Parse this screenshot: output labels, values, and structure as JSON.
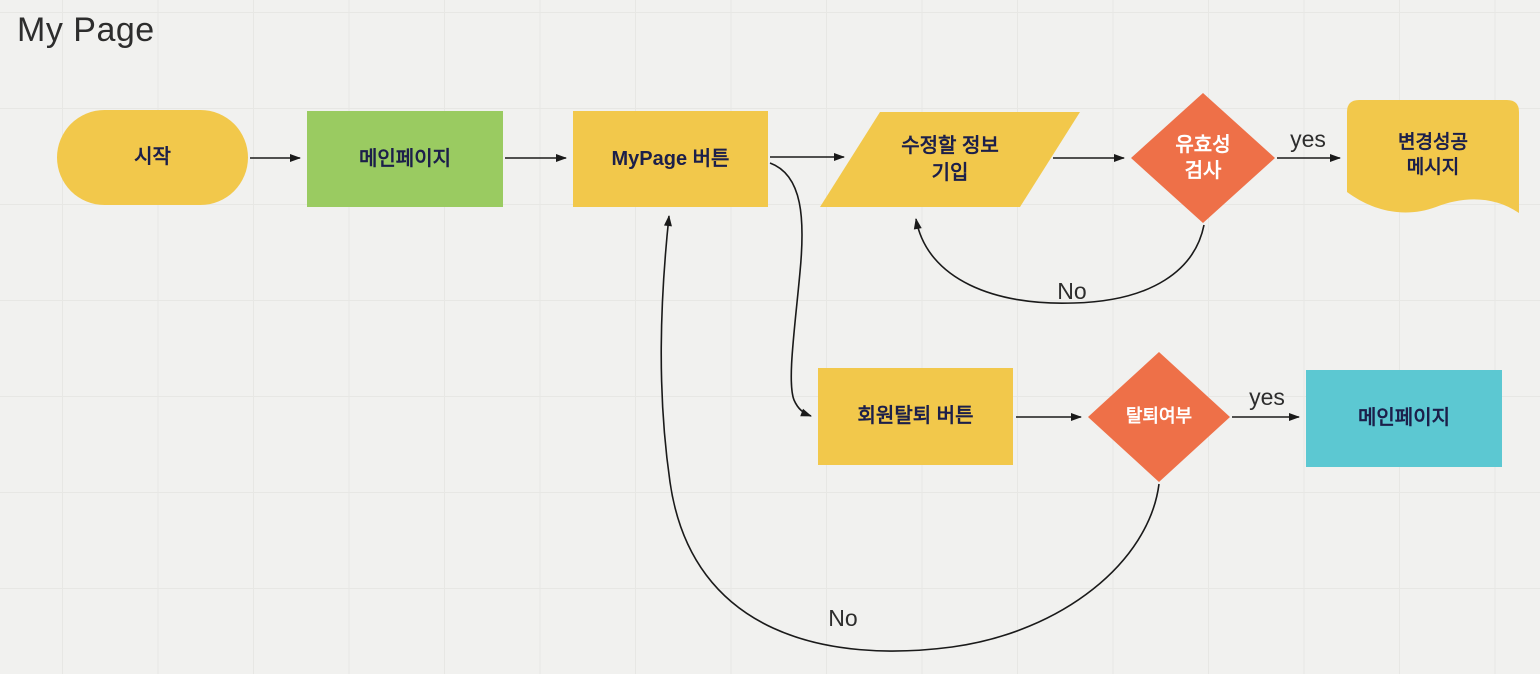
{
  "title": "My Page",
  "colors": {
    "yellow": "#F2C84B",
    "green": "#9ACB61",
    "orange": "#EE7048",
    "teal": "#5CC8D2",
    "arrow": "#1A1A1A",
    "text_dark": "#1C1F4A",
    "text_white": "#FFFFFF",
    "background": "#F1F1EF",
    "grid": "#E7E7E4"
  },
  "nodes": {
    "start": {
      "label": "시작",
      "type": "terminator"
    },
    "main_page": {
      "label": "메인페이지",
      "type": "process"
    },
    "mypage_button": {
      "label": "MyPage 버튼",
      "type": "process"
    },
    "edit_info": {
      "line1": "수정할 정보",
      "line2": "기입",
      "type": "input"
    },
    "validity_check": {
      "line1": "유효성",
      "line2": "검사",
      "type": "decision"
    },
    "success_message": {
      "line1": "변경성공",
      "line2": "메시지",
      "type": "document"
    },
    "withdraw_button": {
      "label": "회원탈퇴 버튼",
      "type": "process"
    },
    "withdraw_check": {
      "label": "탈퇴여부",
      "type": "decision"
    },
    "main_page_result": {
      "label": "메인페이지",
      "type": "process"
    }
  },
  "edges": {
    "validity_yes_label": "yes",
    "validity_no_label": "No",
    "withdraw_yes_label": "yes",
    "withdraw_no_label": "No"
  }
}
